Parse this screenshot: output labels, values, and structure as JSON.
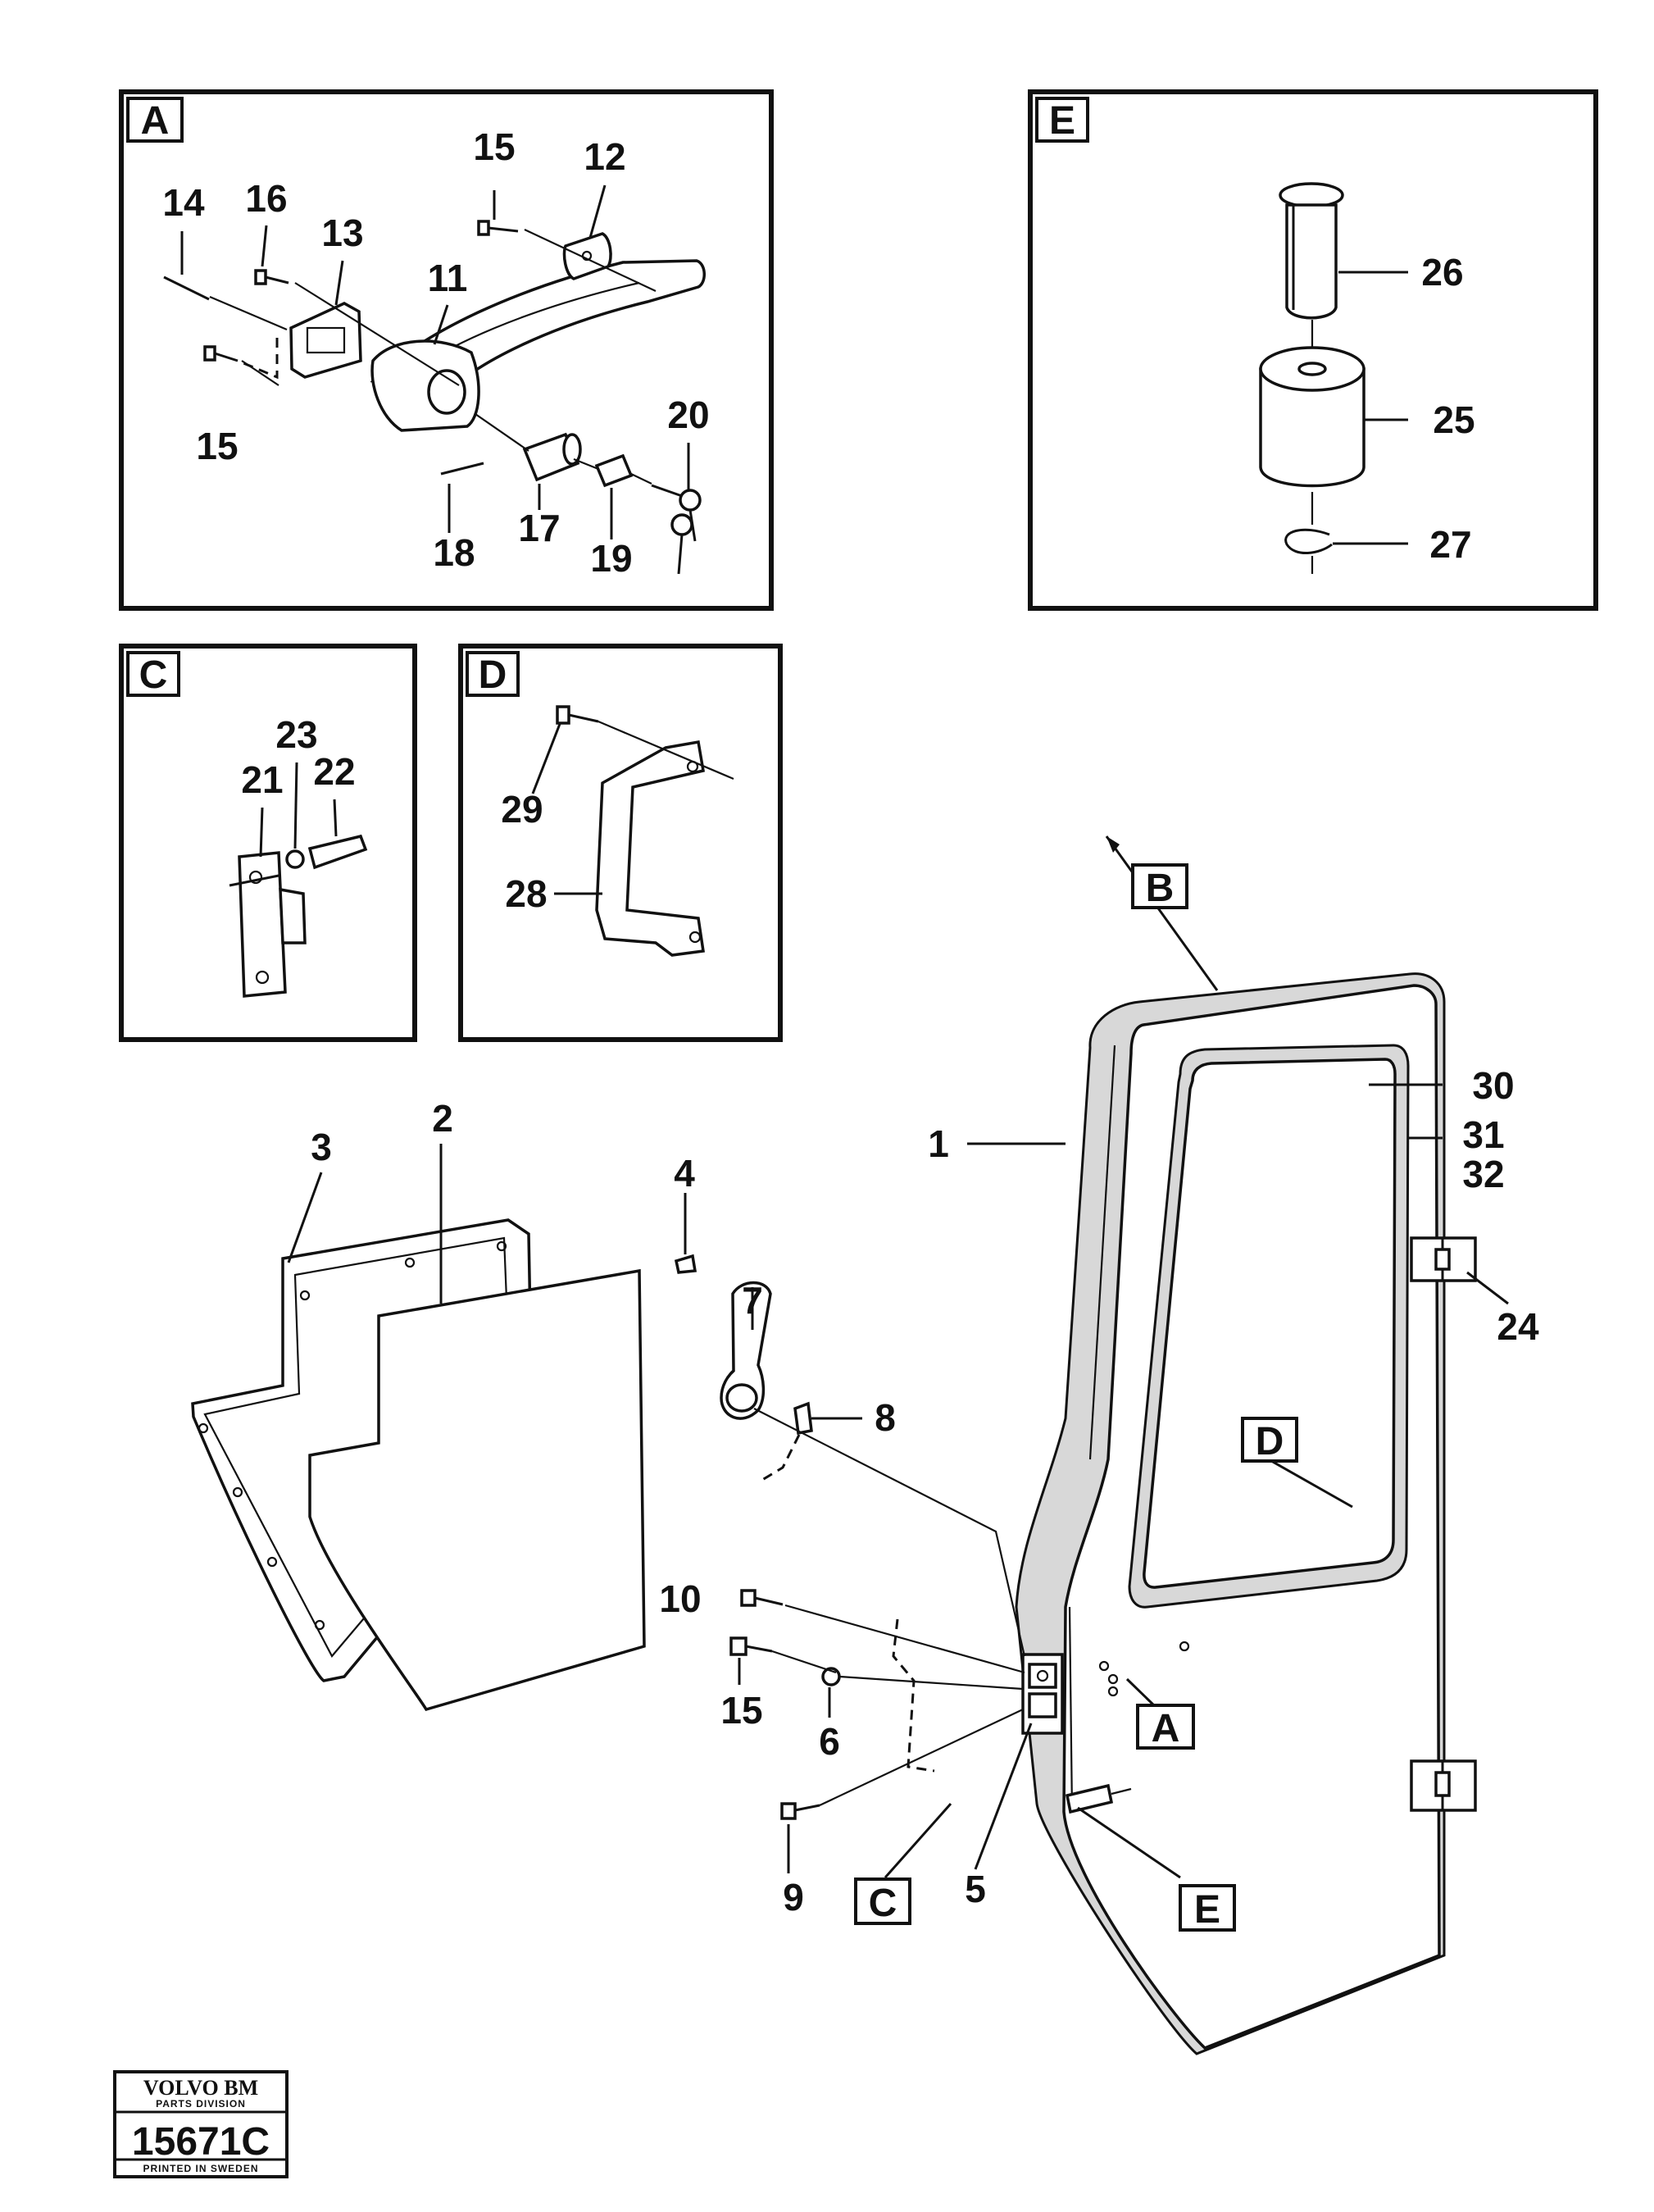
{
  "panels": {
    "a": "A",
    "b": "B",
    "c": "C",
    "d": "D",
    "e": "E"
  },
  "callouts": {
    "p1": "1",
    "p2": "2",
    "p3": "3",
    "p4": "4",
    "p5": "5",
    "p6": "6",
    "p7": "7",
    "p8": "8",
    "p9": "9",
    "p10": "10",
    "p11": "11",
    "p12": "12",
    "p13": "13",
    "p14": "14",
    "p15a": "15",
    "p15b": "15",
    "p15c": "15",
    "p16": "16",
    "p17": "17",
    "p18": "18",
    "p19": "19",
    "p20": "20",
    "p21": "21",
    "p22": "22",
    "p23": "23",
    "p24": "24",
    "p25": "25",
    "p26": "26",
    "p27": "27",
    "p28": "28",
    "p29": "29",
    "p30": "30",
    "p31": "31",
    "p32": "32"
  },
  "door_refs": {
    "a": "A",
    "c": "C",
    "e": "E",
    "d": "D"
  },
  "logo": {
    "brand": "VOLVO BM",
    "division": "PARTS DIVISION",
    "number": "15671C",
    "printed": "PRINTED IN SWEDEN"
  }
}
